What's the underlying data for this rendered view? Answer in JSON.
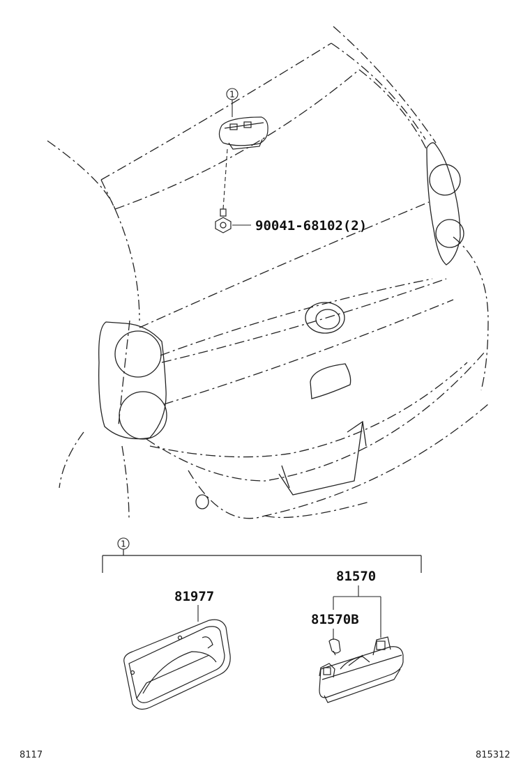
{
  "callouts": {
    "ref_marker": "1",
    "screw_part": "90041-68102(2)",
    "cover_part": "81977",
    "lamp_assembly_part": "81570",
    "bulb_part": "81570B"
  },
  "footer": {
    "left_code": "8117",
    "right_code": "815312"
  },
  "colors": {
    "line": "#222222",
    "background": "#ffffff"
  }
}
